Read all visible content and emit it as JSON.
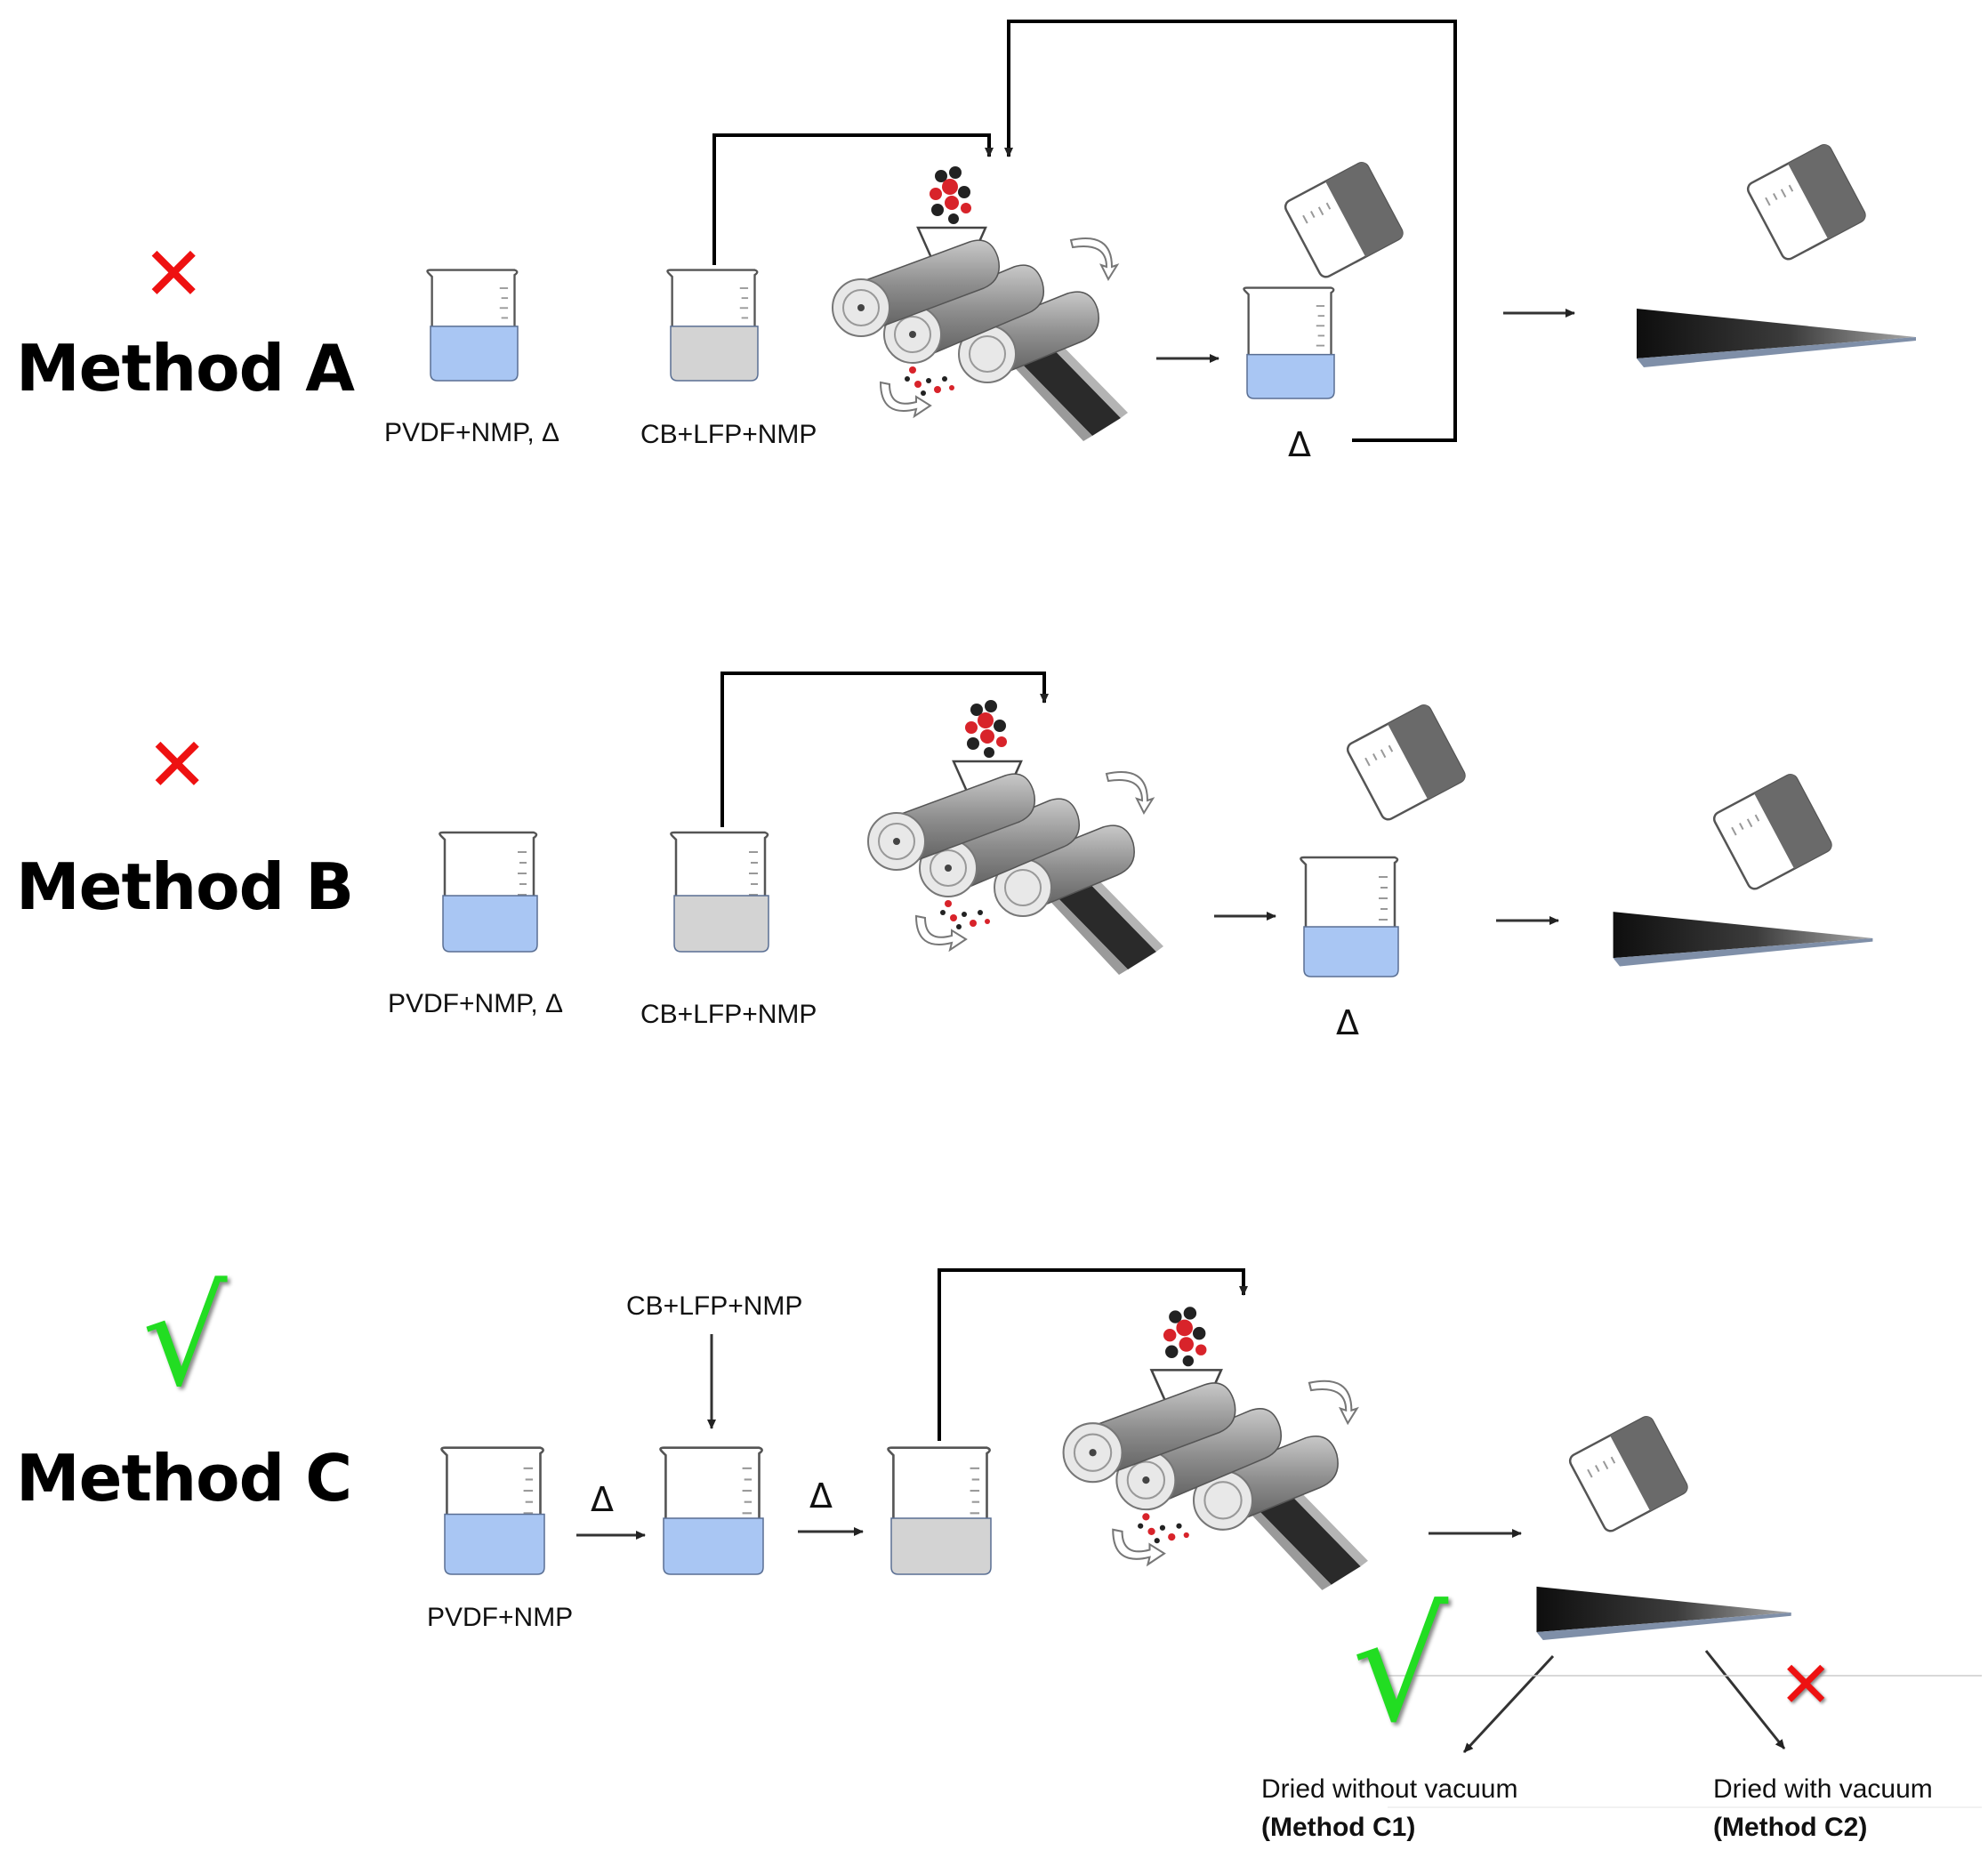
{
  "methods": [
    {
      "title": "Method A",
      "verdict": "✕",
      "labels": {
        "binder": "PVDF+NMP, Δ",
        "slurry": "CB+LFP+NMP",
        "heat": "Δ"
      }
    },
    {
      "title": "Method B",
      "verdict": "✕",
      "labels": {
        "binder": "PVDF+NMP, Δ",
        "slurry": "CB+LFP+NMP",
        "heat": "Δ"
      }
    },
    {
      "title": "Method C",
      "verdict": "√",
      "labels": {
        "binder": "PVDF+NMP",
        "slurry": "CB+LFP+NMP",
        "heat_1": "Δ",
        "heat_2": "Δ"
      },
      "outcomes": [
        {
          "line1": "Dried without vacuum",
          "line2": "(Method C1)",
          "verdict": "√"
        },
        {
          "line1": "Dried with vacuum",
          "line2": "(Method C2)",
          "verdict": "✕"
        }
      ]
    }
  ],
  "colors": {
    "success": "#22dd22",
    "failure": "#ee1111",
    "solution": "#a9c6f3",
    "slurry": "#d3d3d3",
    "roller": "#8a8a8a",
    "particle_red": "#d8232a",
    "particle_black": "#222222"
  }
}
